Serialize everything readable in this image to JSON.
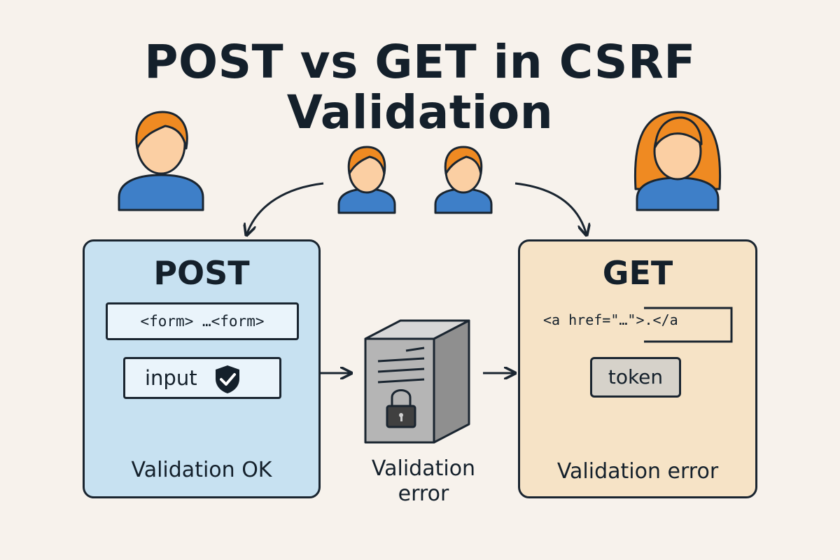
{
  "title": {
    "line1": "POST vs GET in CSRF",
    "line2": "Validation"
  },
  "post": {
    "heading": "POST",
    "code": "<form> …<form>",
    "input_label": "input",
    "result": "Validation OK"
  },
  "server": {
    "caption_line1": "Validation",
    "caption_line2": "error"
  },
  "get": {
    "heading": "GET",
    "code": "<a href=\"…\">.</a",
    "token_label": "token",
    "result": "Validation error"
  },
  "icons": [
    "user-icon",
    "shield-check-icon",
    "server-icon",
    "padlock-icon"
  ],
  "colors": {
    "background": "#f7f2ec",
    "post_panel": "#c7e1f1",
    "get_panel": "#f6e3c6",
    "hair": "#ef8a22",
    "skin": "#fbcfa3",
    "shirt": "#3e7fc8",
    "outline": "#1a2530"
  }
}
